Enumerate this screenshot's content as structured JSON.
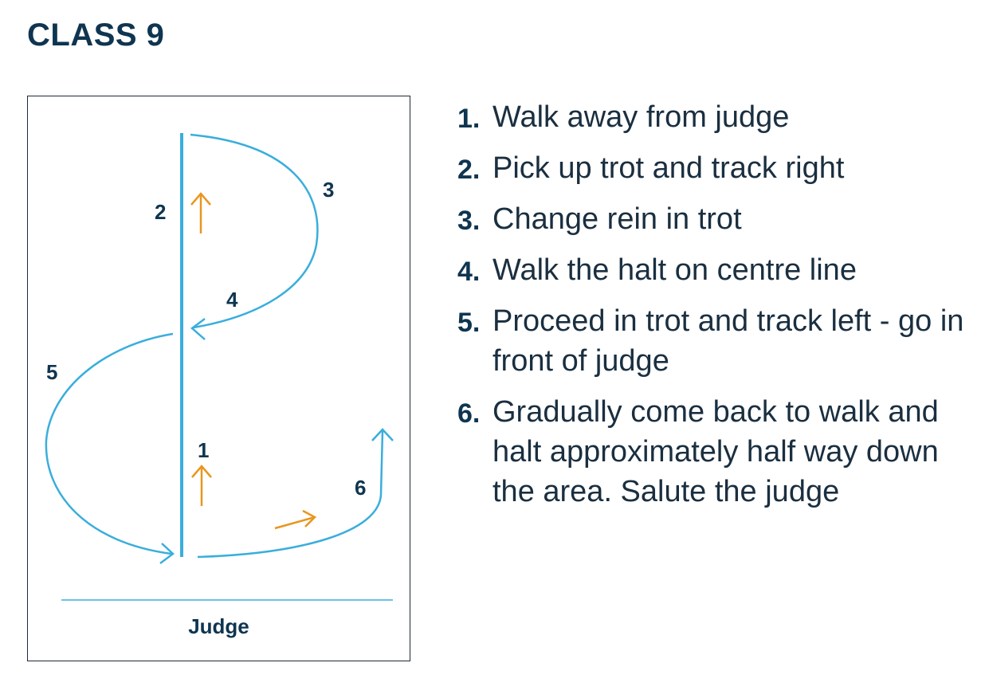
{
  "title": "CLASS 9",
  "diagram": {
    "judge_label": "Judge",
    "colors": {
      "route": "#3aaedc",
      "direction_arrow": "#e8961e",
      "label": "#0f3550",
      "judge_line": "#3aaedc"
    },
    "markers": [
      "1",
      "2",
      "3",
      "4",
      "5",
      "6"
    ]
  },
  "steps": [
    {
      "number": "1.",
      "text": "Walk away from judge"
    },
    {
      "number": "2.",
      "text": "Pick up trot and track right"
    },
    {
      "number": "3.",
      "text": "Change rein in trot"
    },
    {
      "number": "4.",
      "text": "Walk the halt on centre line"
    },
    {
      "number": "5.",
      "text": "Proceed in trot and track left - go in front of judge"
    },
    {
      "number": "6.",
      "text": "Gradually come back to walk and halt approximately half way down the area. Salute the judge"
    }
  ]
}
